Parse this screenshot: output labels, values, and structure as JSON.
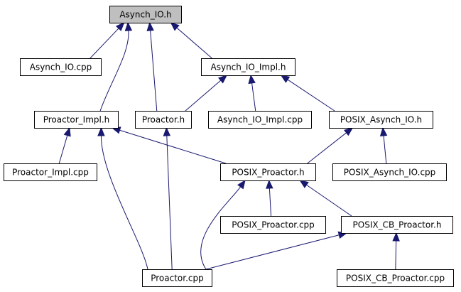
{
  "colors": {
    "edge": "#191970",
    "node_fill": "#ffffff",
    "root_fill": "#bfbfbf",
    "border": "#000000"
  },
  "nodes": [
    {
      "id": "asynch_io_h",
      "label": "Asynch_IO.h",
      "highlighted": true
    },
    {
      "id": "asynch_io_cpp",
      "label": "Asynch_IO.cpp"
    },
    {
      "id": "asynch_io_impl_h",
      "label": "Asynch_IO_Impl.h"
    },
    {
      "id": "proactor_impl_h",
      "label": "Proactor_Impl.h"
    },
    {
      "id": "proactor_h",
      "label": "Proactor.h"
    },
    {
      "id": "asynch_io_impl_cpp",
      "label": "Asynch_IO_Impl.cpp"
    },
    {
      "id": "posix_asynch_io_h",
      "label": "POSIX_Asynch_IO.h"
    },
    {
      "id": "proactor_impl_cpp",
      "label": "Proactor_Impl.cpp"
    },
    {
      "id": "posix_proactor_h",
      "label": "POSIX_Proactor.h"
    },
    {
      "id": "posix_asynch_io_cpp",
      "label": "POSIX_Asynch_IO.cpp"
    },
    {
      "id": "posix_proactor_cpp",
      "label": "POSIX_Proactor.cpp"
    },
    {
      "id": "posix_cb_proactor_h",
      "label": "POSIX_CB_Proactor.h"
    },
    {
      "id": "proactor_cpp",
      "label": "Proactor.cpp"
    },
    {
      "id": "posix_cb_proactor_cpp",
      "label": "POSIX_CB_Proactor.cpp"
    }
  ],
  "edges": [
    {
      "from": "asynch_io_cpp",
      "to": "asynch_io_h"
    },
    {
      "from": "proactor_impl_h",
      "to": "asynch_io_h"
    },
    {
      "from": "proactor_h",
      "to": "asynch_io_h"
    },
    {
      "from": "asynch_io_impl_h",
      "to": "asynch_io_h"
    },
    {
      "from": "proactor_h",
      "to": "asynch_io_impl_h"
    },
    {
      "from": "asynch_io_impl_cpp",
      "to": "asynch_io_impl_h"
    },
    {
      "from": "posix_asynch_io_h",
      "to": "asynch_io_impl_h"
    },
    {
      "from": "proactor_impl_cpp",
      "to": "proactor_impl_h"
    },
    {
      "from": "proactor_cpp",
      "to": "proactor_impl_h"
    },
    {
      "from": "posix_proactor_h",
      "to": "proactor_impl_h"
    },
    {
      "from": "proactor_cpp",
      "to": "proactor_h"
    },
    {
      "from": "posix_proactor_h",
      "to": "posix_asynch_io_h"
    },
    {
      "from": "posix_asynch_io_cpp",
      "to": "posix_asynch_io_h"
    },
    {
      "from": "proactor_cpp",
      "to": "posix_proactor_h"
    },
    {
      "from": "posix_proactor_cpp",
      "to": "posix_proactor_h"
    },
    {
      "from": "posix_cb_proactor_h",
      "to": "posix_proactor_h"
    },
    {
      "from": "proactor_cpp",
      "to": "posix_cb_proactor_h"
    },
    {
      "from": "posix_cb_proactor_cpp",
      "to": "posix_cb_proactor_h"
    }
  ]
}
